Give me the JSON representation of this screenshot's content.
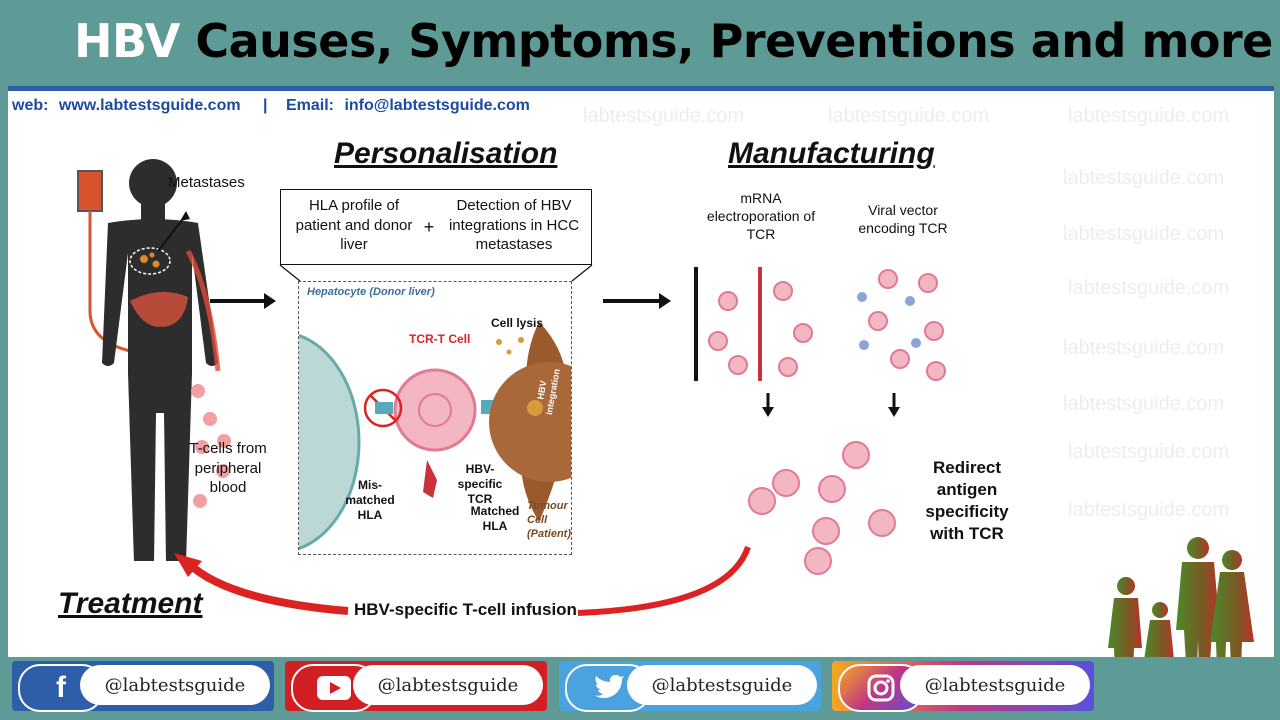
{
  "header": {
    "title_hbv": "HBV",
    "title_rest": "Causes, Symptoms, Preventions and more"
  },
  "contact": {
    "web_label": "web:",
    "web_url": "www.labtestsguide.com",
    "separator": "|",
    "email_label": "Email:",
    "email": "info@labtestsguide.com"
  },
  "watermark": "labtestsguide.com",
  "diagram": {
    "personalisation": "Personalisation",
    "manufacturing": "Manufacturing",
    "treatment": "Treatment",
    "metastases": "Metastases",
    "tcells": "T-cells from peripheral blood",
    "hla_profile": "HLA profile of patient and donor liver",
    "plus": "+",
    "detection": "Detection of HBV integrations in HCC metastases",
    "hepatocyte": "Hepatocyte (Donor liver)",
    "tcr_t_cell": "TCR-T Cell",
    "cell_lysis": "Cell lysis",
    "hbv_integration": "HBV integration",
    "mismatched_hla": "Mis-matched HLA",
    "hbv_specific_tcr": "HBV-specific TCR",
    "matched_hla": "Matched HLA",
    "tumour_cell": "Tumour Cell (Patient)",
    "mrna": "mRNA electroporation of TCR",
    "viral_vector": "Viral vector encoding TCR",
    "redirect": "Redirect antigen specificity with TCR",
    "infusion": "HBV-specific T-cell infusion"
  },
  "social": [
    {
      "handle": "@labtestsguide",
      "icon": "facebook-icon",
      "color": "#2f5ea8"
    },
    {
      "handle": "@labtestsguide",
      "icon": "youtube-icon",
      "color": "#d21f24"
    },
    {
      "handle": "@labtestsguide",
      "icon": "twitter-icon",
      "color": "#4aa3df"
    },
    {
      "handle": "@labtestsguide",
      "icon": "instagram-icon",
      "color": "#c13584"
    }
  ]
}
